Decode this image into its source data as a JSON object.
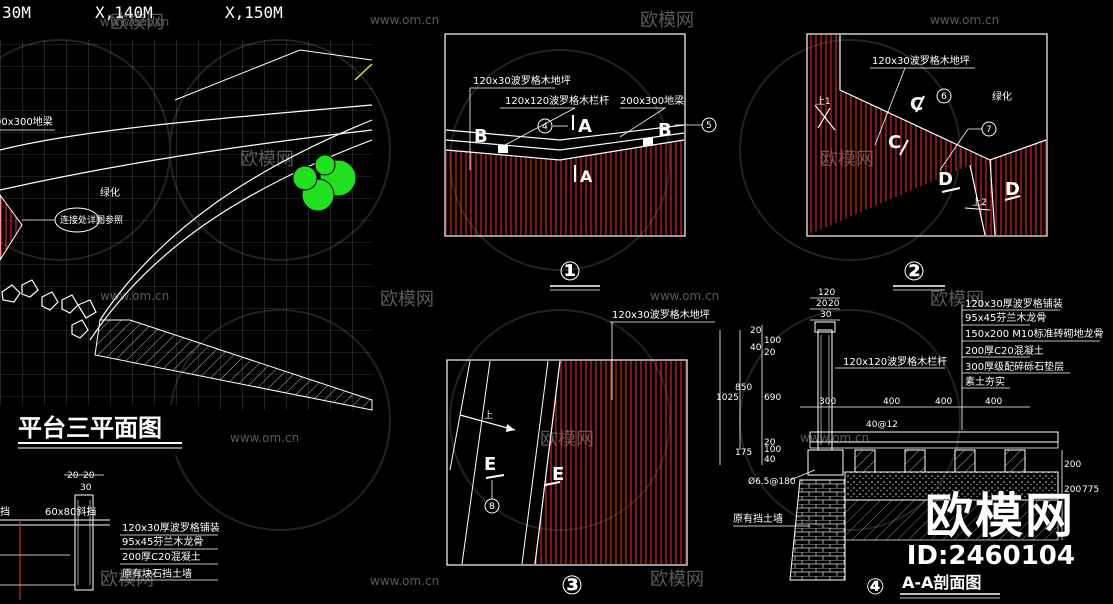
{
  "watermark": {
    "cn": "欧模网",
    "url": "www.om.cn"
  },
  "brand": {
    "name": "欧模网",
    "id": "ID:2460104"
  },
  "coords": [
    "30M",
    "X,140M",
    "X,150M"
  ],
  "plan": {
    "title": "平台三平面图",
    "greenery": "绿化",
    "beam": "00x300地梁",
    "bubble": "连接处详图参照"
  },
  "detail1": {
    "number": "①",
    "labels": [
      "120x30波罗格木地坪",
      "120x120波罗格木栏杆",
      "200x300地梁"
    ],
    "cuts": [
      "A",
      "A",
      "B",
      "B"
    ],
    "refs": [
      "4",
      "5"
    ]
  },
  "detail2": {
    "number": "②",
    "labels": [
      "120x30波罗格木地坪",
      "绿化"
    ],
    "cuts": [
      "C",
      "C",
      "D",
      "D"
    ],
    "refs": [
      "6",
      "7"
    ],
    "arrows": [
      "上1",
      "上2"
    ]
  },
  "detail3": {
    "number": "③",
    "labels": [
      "120x30波罗格木地坪"
    ],
    "cuts": [
      "E",
      "E"
    ],
    "refs": [
      "8"
    ],
    "arrows": [
      "上"
    ]
  },
  "section_left": {
    "labels": [
      "60x80斜挡",
      "120x30厚波罗格铺装",
      "95x45芬兰木龙骨",
      "200厚C20混凝土",
      "原有块石挡土墙",
      "挡"
    ],
    "dims": [
      "20",
      "20",
      "30"
    ]
  },
  "section_aa": {
    "number": "④",
    "title": "A-A剖面图",
    "layers": [
      "120x30厚波罗格铺装",
      "95x45芬兰木龙骨",
      "150x200 M10标准砖砌地龙骨",
      "200厚C20混凝土",
      "300厚级配碎砾石垫层",
      "素土夯实"
    ],
    "rail": "120x120波罗格木栏杆",
    "wall": "原有挡土墙",
    "rebar": "Ø6.5@180",
    "top_dims": [
      "120",
      "20",
      "20",
      "30"
    ],
    "left_dims": [
      "20",
      "100",
      "40",
      "20",
      "850",
      "690",
      "1025",
      "20",
      "100",
      "175",
      "40"
    ],
    "span_dims": [
      "300",
      "400",
      "400",
      "400"
    ],
    "dim_4012": "40@12",
    "right_dims": [
      "200",
      "200",
      "775"
    ]
  }
}
